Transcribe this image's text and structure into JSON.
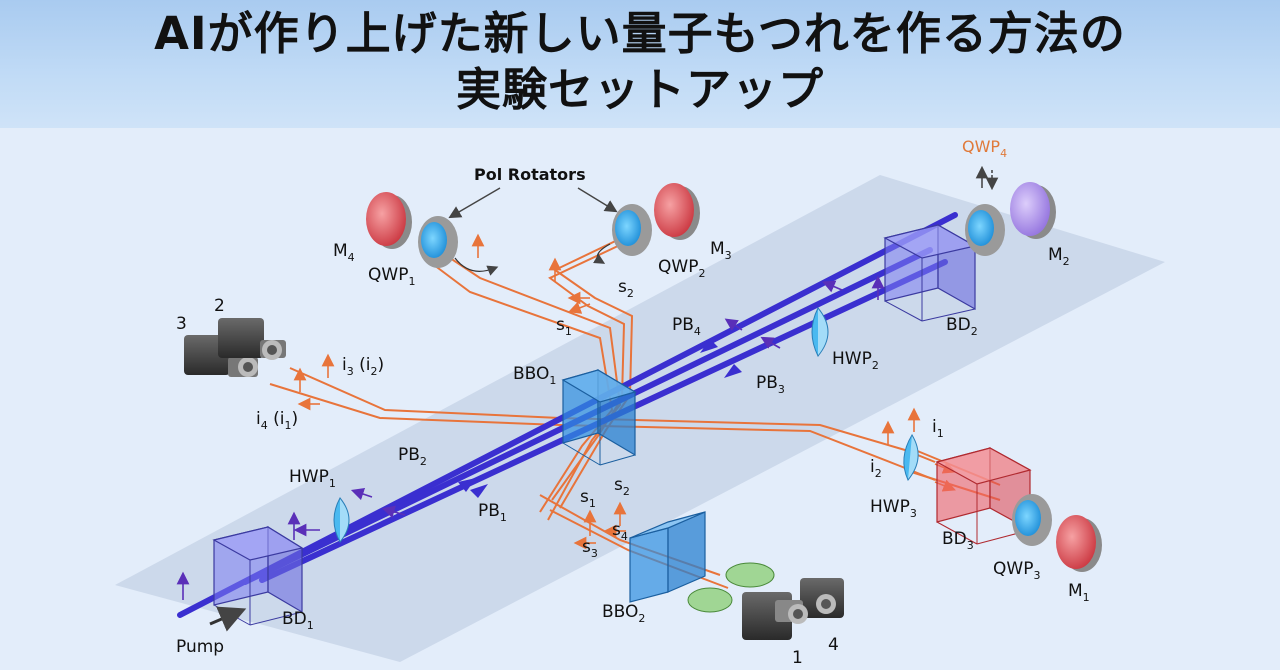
{
  "title": {
    "line1": "AIが作り上げた新しい量子もつれを作る方法の",
    "line2": "実験セットアップ"
  },
  "labels": {
    "pol_rotators": "Pol Rotators",
    "pump": "Pump",
    "m4": "M",
    "m4_sub": "4",
    "m3": "M",
    "m3_sub": "3",
    "m2": "M",
    "m2_sub": "2",
    "m1": "M",
    "m1_sub": "1",
    "qwp1": "QWP",
    "qwp1_sub": "1",
    "qwp2": "QWP",
    "qwp2_sub": "2",
    "qwp3": "QWP",
    "qwp3_sub": "3",
    "qwp4": "QWP",
    "qwp4_sub": "4",
    "hwp1": "HWP",
    "hwp1_sub": "1",
    "hwp2": "HWP",
    "hwp2_sub": "2",
    "hwp3": "HWP",
    "hwp3_sub": "3",
    "bd1": "BD",
    "bd1_sub": "1",
    "bd2": "BD",
    "bd2_sub": "2",
    "bd3": "BD",
    "bd3_sub": "3",
    "bbo1": "BBO",
    "bbo1_sub": "1",
    "bbo2": "BBO",
    "bbo2_sub": "2",
    "pb1": "PB",
    "pb1_sub": "1",
    "pb2": "PB",
    "pb2_sub": "2",
    "pb3": "PB",
    "pb3_sub": "3",
    "pb4": "PB",
    "pb4_sub": "4",
    "s1_top": "s",
    "s1_top_sub": "1",
    "s2_top": "s",
    "s2_top_sub": "2",
    "s1_bot": "s",
    "s1_bot_sub": "1",
    "s2_bot": "s",
    "s2_bot_sub": "2",
    "s3_bot": "s",
    "s3_bot_sub": "3",
    "s4_bot": "s",
    "s4_bot_sub": "4",
    "i3": "i",
    "i3_sub": "3",
    "i3_paren": " (i",
    "i3_paren_sub": "2",
    "i3_close": ")",
    "i4": "i",
    "i4_sub": "4",
    "i4_paren": " (i",
    "i4_paren_sub": "1",
    "i4_close": ")",
    "i1": "i",
    "i1_sub": "1",
    "i2": "i",
    "i2_sub": "2",
    "det1": "1",
    "det2": "2",
    "det3": "3",
    "det4": "4"
  },
  "colors": {
    "header_bg": "#b7d4f3",
    "panel_bg": "#e3edfa",
    "table": "#c7d4e6",
    "pump_beam": "#3a2fd0",
    "photon_path": "#e8743b",
    "bd_blue": "#6f6ee8",
    "bd_red": "#ee5f66",
    "bbo": "#2f8fe0",
    "waveplate": "#3fb4f0",
    "mirror_red": "#d9454a",
    "mirror_purple": "#a58ae6",
    "orange_label": "#e07a3a"
  }
}
